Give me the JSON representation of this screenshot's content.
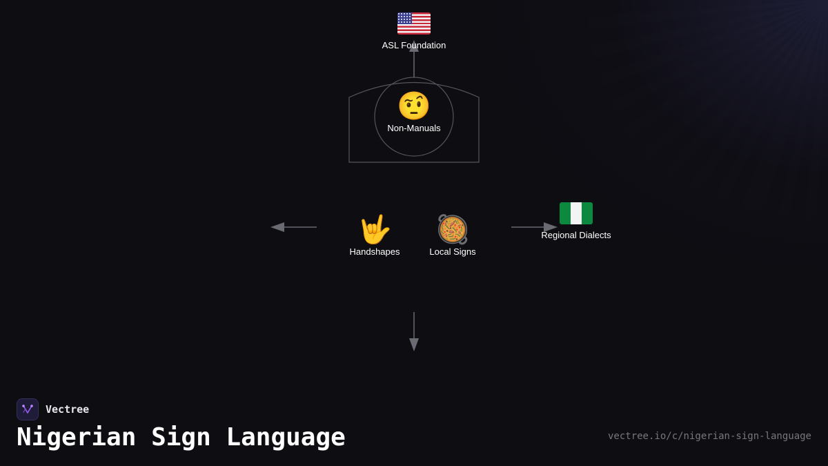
{
  "nodes": {
    "asl_foundation": {
      "label": "ASL Foundation",
      "icon": "us-flag-icon"
    },
    "non_manuals": {
      "label": "Non-Manuals",
      "icon": "raised-eyebrow-face-icon",
      "emoji": "🤨"
    },
    "handshapes": {
      "label": "Handshapes",
      "icon": "love-you-hand-icon",
      "emoji": "🤟"
    },
    "local_signs": {
      "label": "Local Signs",
      "icon": "shallow-pan-of-food-icon",
      "emoji": "🥘"
    },
    "regional_dialects": {
      "label": "Regional Dialects",
      "icon": "nigeria-flag-icon"
    }
  },
  "brand": {
    "name": "Vectree",
    "icon": "vectree-logo-icon"
  },
  "title": "Nigerian Sign Language",
  "url": "vectree.io/c/nigerian-sign-language",
  "colors": {
    "background": "#0e0d12",
    "line": "#5a5a62",
    "arrow": "#707078",
    "logo_accent": "#9b5cf0"
  }
}
